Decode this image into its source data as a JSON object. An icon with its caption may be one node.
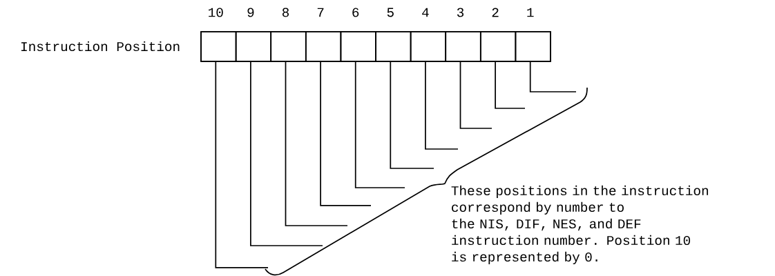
{
  "diagram": {
    "nodes": [
      {
        "text": [
          "Instruction Position"
        ]
      },
      {
        "text": [
          "10"
        ],
        "in": 0
      },
      {
        "text": [
          "9"
        ],
        "in": 0
      },
      {
        "text": [
          "8"
        ],
        "in": 0
      },
      {
        "text": [
          "7"
        ],
        "in": 0
      },
      {
        "text": [
          "6"
        ],
        "in": 0
      },
      {
        "text": [
          "5"
        ],
        "in": 0
      },
      {
        "text": [
          "4"
        ],
        "in": 0
      },
      {
        "text": [
          "3"
        ],
        "in": 0
      },
      {
        "text": [
          "2"
        ],
        "in": 0
      },
      {
        "text": [
          "1"
        ],
        "in": 0
      },
      {
        "text": [
          "These positions in the instruction correspond by number to the NIS, DIF, NES, and DEF instruction number. Position 10 is represented by 0."
        ]
      }
    ],
    "edges": [
      {
        "from": 1,
        "to": null,
        "arrow": "none"
      },
      {
        "from": 2,
        "to": null,
        "arrow": "none"
      },
      {
        "from": 3,
        "to": null,
        "arrow": "none"
      },
      {
        "from": 4,
        "to": null,
        "arrow": "none"
      },
      {
        "from": 5,
        "to": null,
        "arrow": "none"
      },
      {
        "from": 6,
        "to": null,
        "arrow": "none"
      },
      {
        "from": 7,
        "to": null,
        "arrow": "none"
      },
      {
        "from": 8,
        "to": null,
        "arrow": "none"
      },
      {
        "from": 9,
        "to": null,
        "arrow": "none"
      },
      {
        "from": 10,
        "to": null,
        "arrow": "none"
      }
    ]
  }
}
